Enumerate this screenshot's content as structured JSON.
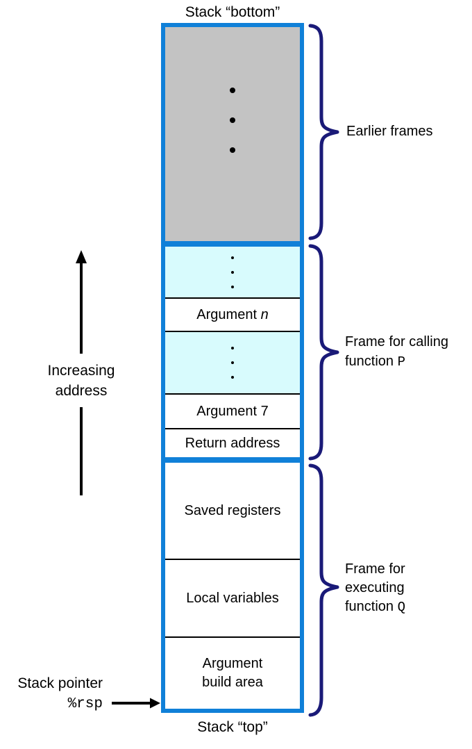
{
  "stack": {
    "top_label": "Stack “bottom”",
    "bottom_label": "Stack “top”",
    "rows": {
      "argument_n_prefix": "Argument",
      "argument_n_italic": "n",
      "argument_7": "Argument 7",
      "return_address": "Return address",
      "saved_registers": "Saved registers",
      "local_variables": "Local variables",
      "argument_build_line1": "Argument",
      "argument_build_line2": "build area"
    }
  },
  "annotations": {
    "earlier_frames": "Earlier frames",
    "frame_p_line1": "Frame for calling",
    "frame_p_prefix": "function",
    "frame_p_code": "P",
    "frame_q_line1": "Frame for",
    "frame_q_line2": "executing",
    "frame_q_prefix": "function",
    "frame_q_code": "Q",
    "increasing_line1": "Increasing",
    "increasing_line2": "address",
    "stack_pointer_label": "Stack pointer",
    "stack_pointer_register": "%rsp"
  },
  "colors": {
    "box_border_blue": "#1080d8",
    "earlier_frames_gray": "#c3c3c3",
    "args_cyan": "#d8fbfd",
    "brace_navy": "#1a1a78",
    "text_black": "#000000"
  }
}
